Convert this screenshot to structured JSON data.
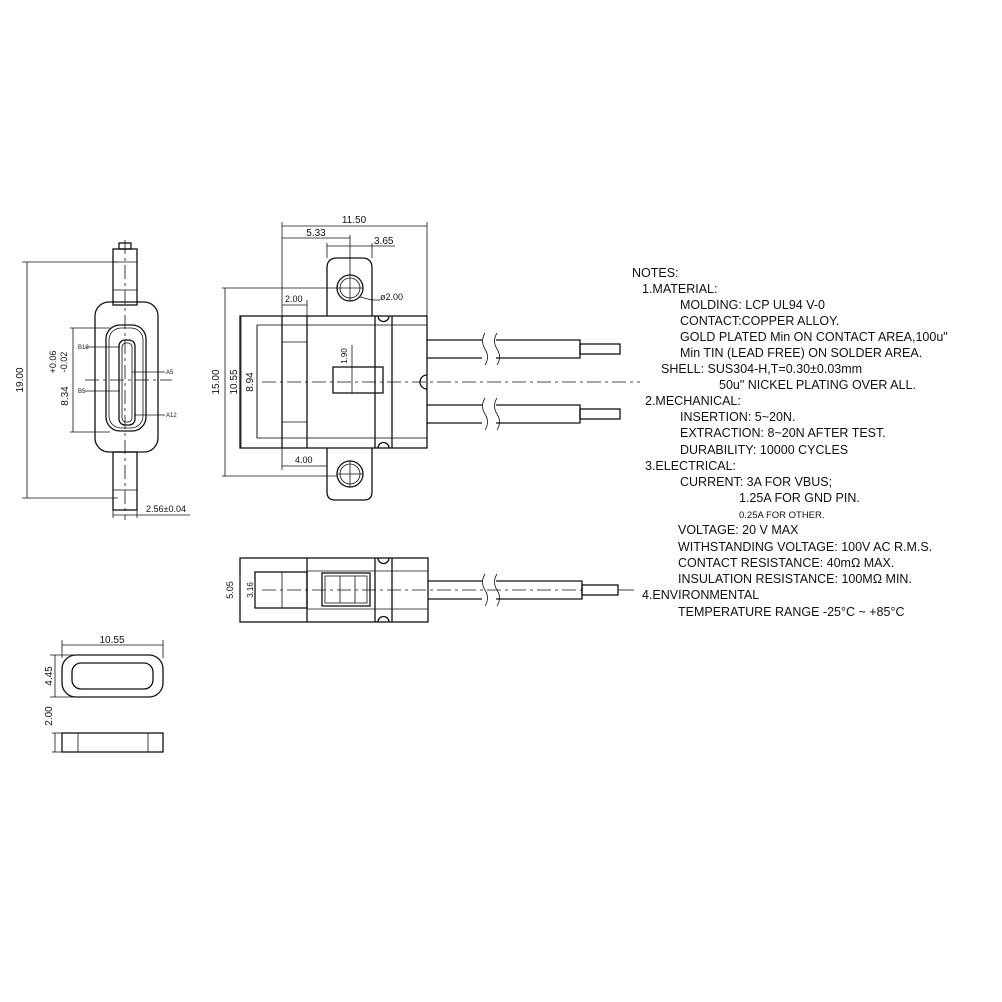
{
  "front_view": {
    "height": "19.00",
    "slot_height_main": "8.34",
    "tol_plus": "+0.06",
    "tol_minus": "-0.02",
    "width": "2.56±0.04",
    "pins": [
      "B12",
      "B5",
      "A5",
      "A12"
    ]
  },
  "top_view": {
    "width": "11.50",
    "hole_offset": "5.33",
    "ear_width": "3.65",
    "hole_dia": "ø2.00",
    "flange": "2.00",
    "ear_offset": "4.00",
    "slot": "1.90",
    "overall_height": "15.00",
    "body_height": "10.55",
    "inner_height": "8.94"
  },
  "side_view": {
    "height": "5.05",
    "inner": "3.16"
  },
  "cap_view": {
    "width": "10.55",
    "height": "4.45",
    "thickness": "2.00"
  },
  "notes": {
    "title": "NOTES:",
    "lines": [
      "1.MATERIAL:",
      "MOLDING: LCP UL94 V-0",
      "CONTACT:COPPER ALLOY.",
      "GOLD PLATED Min ON CONTACT AREA,100u\"",
      "Min TIN (LEAD FREE) ON SOLDER AREA.",
      "SHELL: SUS304-H,T=0.30±0.03mm",
      "50u\" NICKEL PLATING OVER ALL.",
      "2.MECHANICAL:",
      "INSERTION: 5~20N.",
      "EXTRACTION: 8~20N AFTER TEST.",
      "DURABILITY: 10000 CYCLES",
      "3.ELECTRICAL:",
      "CURRENT: 3A FOR VBUS;",
      "1.25A FOR GND PIN.",
      "0.25A FOR OTHER.",
      "VOLTAGE: 20 V MAX",
      "WITHSTANDING VOLTAGE: 100V AC R.M.S.",
      "CONTACT RESISTANCE: 40mΩ MAX.",
      "INSULATION RESISTANCE: 100MΩ MIN.",
      "4.ENVIRONMENTAL",
      "TEMPERATURE RANGE -25°C ~ +85°C"
    ]
  }
}
